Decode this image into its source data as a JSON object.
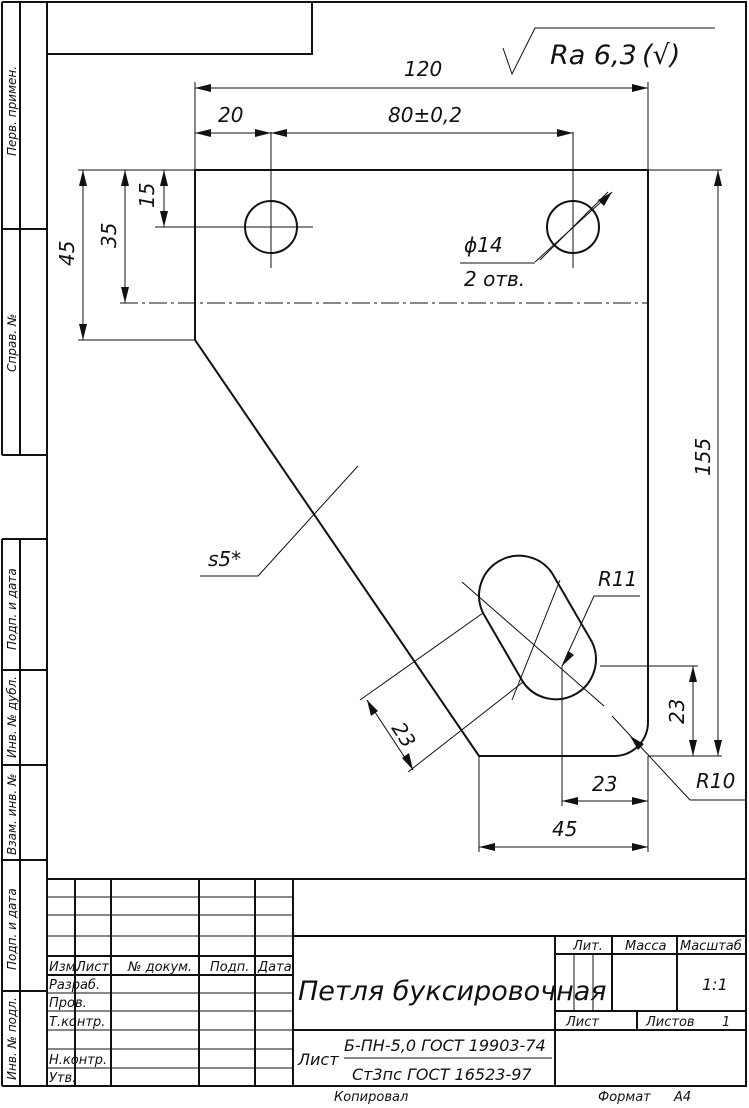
{
  "roughness": {
    "value": "Ra 6,3",
    "other": "(√)"
  },
  "dimensions": {
    "overall_width": "120",
    "left_offset": "20",
    "hole_spacing": "80±0,2",
    "hole_top": "15",
    "axis_from_top": "35",
    "left_edge_height": "45",
    "overall_height": "155",
    "hole_diameter": "ϕ14",
    "hole_count": "2 отв.",
    "thickness": "s5*",
    "slot_radius": "R11",
    "corner_radius": "R10",
    "slot_width": "23",
    "slot_height": "23",
    "slot_from_right": "23",
    "bottom_edge": "45"
  },
  "side_strip": {
    "perv_primen": "Перв. примен.",
    "sprav_no": "Справ. №",
    "podp_data_1": "Подп. и дата",
    "inv_dubl": "Инв. № дубл.",
    "vzam_inv": "Взам. инв. №",
    "podp_data_2": "Подп. и дата",
    "inv_podl": "Инв. № подл."
  },
  "title_block": {
    "col_izm": "Изм.",
    "col_list": "Лист",
    "col_dokum": "№ докум.",
    "col_podp": "Подп.",
    "col_data": "Дата",
    "razrab": "Разраб.",
    "prov": "Пров.",
    "t_kontr": "Т.контр.",
    "n_kontr": "Н.контр.",
    "utv": "Утв.",
    "title": "Петля буксировочная",
    "lit": "Лит.",
    "massa": "Масса",
    "masshtab": "Масштаб",
    "scale": "1:1",
    "sheet_label": "Лист",
    "sheets_label": "Листов",
    "sheets_count": "1",
    "material_prefix": "Лист",
    "material_line1": "Б-ПН-5,0 ГОСТ 19903-74",
    "material_line2": "Ст3пс ГОСТ 16523-97"
  },
  "footer": {
    "copied": "Копировал",
    "format_label": "Формат",
    "format_value": "А4"
  }
}
